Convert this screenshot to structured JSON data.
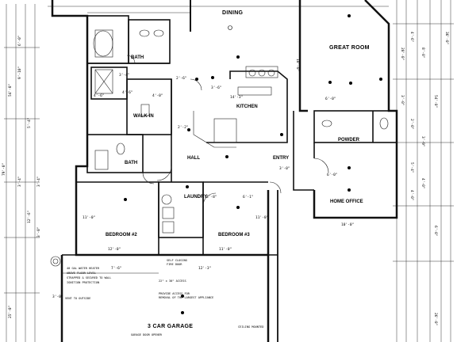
{
  "rooms": {
    "dining": "DINING",
    "great_room": "GREAT ROOM",
    "bath_upper": "BATH",
    "walk_in": "WALK-IN",
    "kitchen": "KITCHEN",
    "powder": "POWDER",
    "bath_lower": "BATH",
    "hall": "HALL",
    "entry": "ENTRY",
    "laundry": "LAUNDRY",
    "home_office": "HOME OFFICE",
    "bedroom2": "BEDROOM #2",
    "bedroom3": "BEDROOM #3",
    "garage": "3 CAR GARAGE"
  },
  "dimensions": {
    "great_left_a": "18'-0\"",
    "great_right_a": "20'-0\"",
    "great_right_b": "3'-0\"",
    "right_col_1": "4'-6\"",
    "right_col_2": "2'-0\"",
    "right_col_3": "5'-4\"",
    "right_col_4": "4'-0\"",
    "right_col_5": "8'-0\"",
    "right_col_6": "3'-9\"",
    "right_col_7": "4'-0\"",
    "outer_right_1": "54'-0\"",
    "outer_right_2": "36'-0\"",
    "outer_right_3": "6'-0\"",
    "outer_right_4": "26'-0\"",
    "outer_left_1": "54'-0\"",
    "outer_left_2": "79'-0\"",
    "outer_left_3": "25'-0\"",
    "left_col_1": "6'-0\"",
    "left_col_2": "9'-10\"",
    "left_col_3": "3'-4\"",
    "left_col_4": "5'-4\"",
    "left_col_5": "12'-6\"",
    "left_col_6": "3'-4\"",
    "left_col_7": "3'-0\"",
    "kitchen_w": "14'-3\"",
    "kitchen_side": "3'-6\"",
    "kitchen_l": "6'-0\"",
    "office_w": "10'-0\"",
    "office_a": "6'-0\"",
    "laundry_w": "3'-8\"",
    "hall_a": "6'-1\"",
    "hall_b": "4'-6\"",
    "bath_w": "4'-6\"",
    "bath_h": "3'-4\"",
    "bath_x": "4'-0\"",
    "bed2_w": "12'-0\"",
    "bed3_w": "11'-0\"",
    "bed2_h": "11'-0\"",
    "bed3_h": "11'-0\"",
    "garage_w": "3'-0\"",
    "garage_x": "7'-6\"",
    "garage_d": "12'-3\"",
    "entry_d": "3'-0\"",
    "misc_a": "2'-6\"",
    "misc_b": "2'-2\""
  },
  "notes": {
    "water_heater": "40 GAL WATER HEATER",
    "water_heater_2": "ABOVE FLOOR LEVEL",
    "strap": "STRAPPED & SECURED TO WALL",
    "ignition": "IGNITION PROTECTION",
    "vent": "VENT TO OUTSIDE",
    "access": "PROVIDE ACCESS FOR",
    "removal": "REMOVAL OF THE LARGEST APPLIANCE",
    "attic": "22\" x 30\" ACCESS",
    "ceiling": "CEILING MOUNTED",
    "garage_door": "GARAGE DOOR OPENER",
    "fire_door": "SELF CLOSING",
    "fire_door_2": "FIRE DOOR"
  }
}
